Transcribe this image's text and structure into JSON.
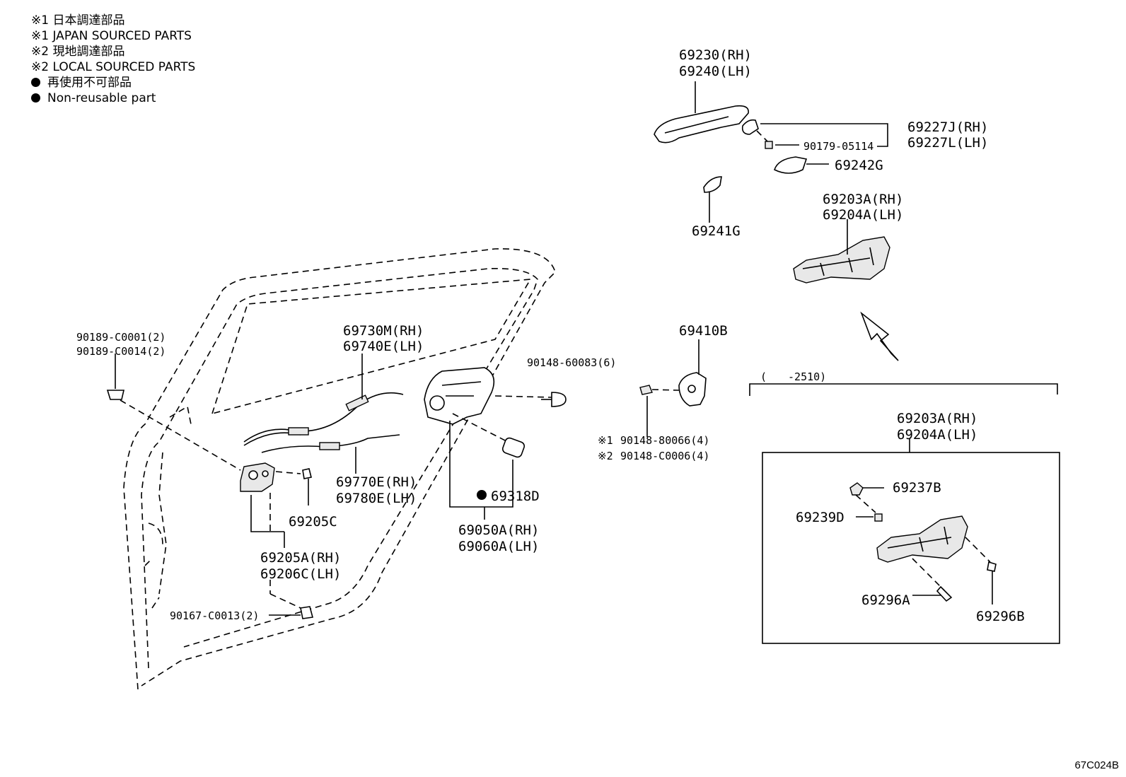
{
  "legend": [
    {
      "mark": "※1",
      "text": "日本調達部品"
    },
    {
      "mark": "※1",
      "text": "JAPAN SOURCED PARTS"
    },
    {
      "mark": "※2",
      "text": "現地調達部品"
    },
    {
      "mark": "※2",
      "text": "LOCAL SOURCED PARTS"
    },
    {
      "mark": "dot",
      "text": "再使用不可部品"
    },
    {
      "mark": "dot",
      "text": "Non-reusable part"
    }
  ],
  "parts": {
    "p69230": "69230(RH)",
    "p69240": "69240(LH)",
    "p69227J": "69227J(RH)",
    "p69227L": "69227L(LH)",
    "p90179": "90179-05114",
    "p69242G": "69242G",
    "p69241G": "69241G",
    "p69203A_top": "69203A(RH)",
    "p69204A_top": "69204A(LH)",
    "p69410B": "69410B",
    "range": "(　　-2510)",
    "p69203A_box": "69203A(RH)",
    "p69204A_box": "69204A(LH)",
    "p69237B": "69237B",
    "p69239D": "69239D",
    "p69296A": "69296A",
    "p69296B": "69296B",
    "p90148_80066_mark": "※1",
    "p90148_80066": "90148-80066(4)",
    "p90148_C0006_mark": "※2",
    "p90148_C0006": "90148-C0006(4)",
    "p90189_C0001": "90189-C0001(2)",
    "p90189_C0014": "90189-C0014(2)",
    "p69730M": "69730M(RH)",
    "p69740E": "69740E(LH)",
    "p90148_60083": "90148-60083(6)",
    "p69770E": "69770E(RH)",
    "p69780E": "69780E(LH)",
    "p69318D": "69318D",
    "p69205C": "69205C",
    "p69050A": "69050A(RH)",
    "p69060A": "69060A(LH)",
    "p69205A": "69205A(RH)",
    "p69206C": "69206C(LH)",
    "p90167": "90167-C0013(2)"
  },
  "figure_code": "67C024B"
}
